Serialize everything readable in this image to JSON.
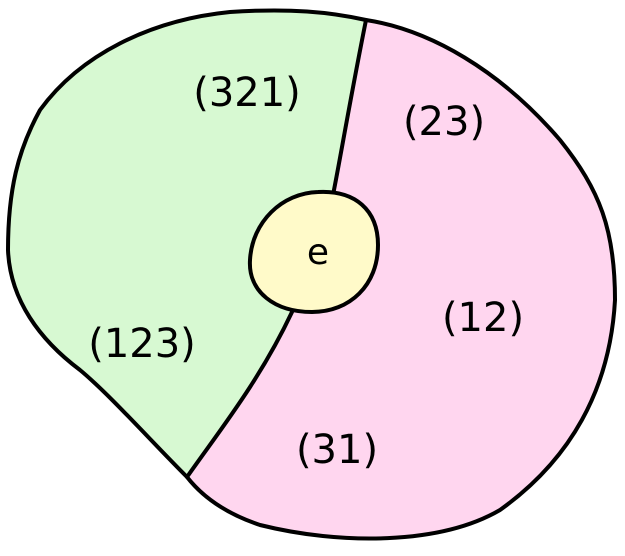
{
  "diagram": {
    "regions": [
      {
        "label": "(321)",
        "color": "#d7f9d2"
      },
      {
        "label": "(123)",
        "color": "#d7f9d2"
      },
      {
        "label": "(23)",
        "color": "#ffd6ef"
      },
      {
        "label": "(12)",
        "color": "#ffd6ef"
      },
      {
        "label": "(31)",
        "color": "#ffd6ef"
      }
    ],
    "identity": {
      "label": "e",
      "color": "#fffac9"
    },
    "colors": {
      "green_region": "#d7f9d2",
      "pink_region": "#ffd6ef",
      "identity_blob": "#fffac9",
      "outline": "#000000"
    }
  }
}
